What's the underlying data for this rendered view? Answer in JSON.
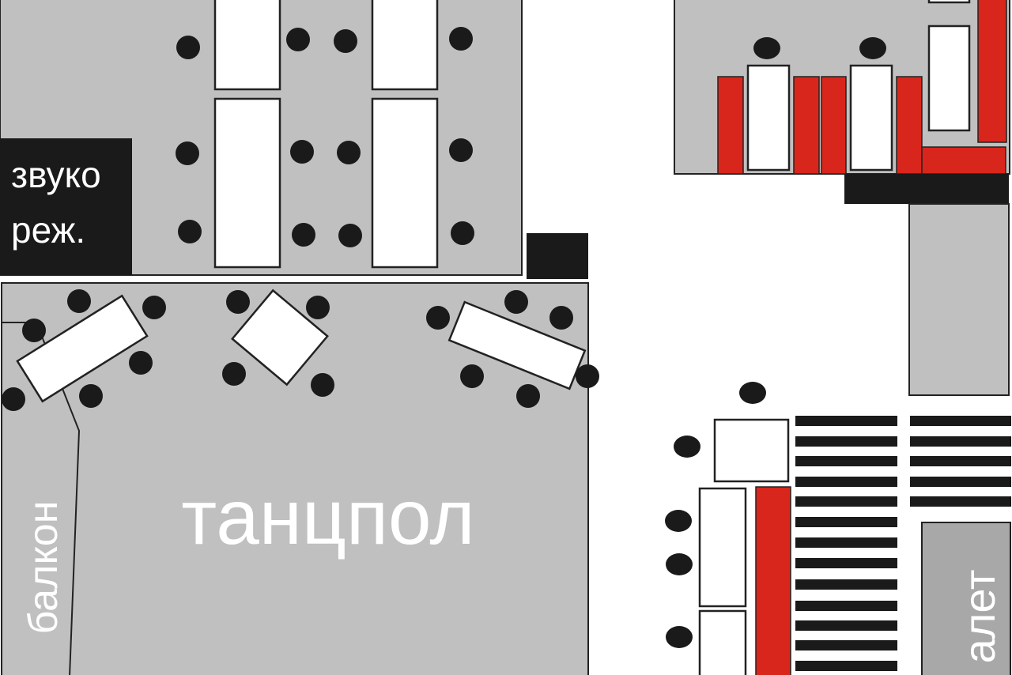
{
  "labels": {
    "sound_booth_line1": "звуко",
    "sound_booth_line2": "реж.",
    "dance_floor": "танцпол",
    "balcony": "балкон",
    "toilet": "алет"
  },
  "colors": {
    "floor": "#c0c0c0",
    "table": "#ffffff",
    "sofa": "#d9261c",
    "chair": "#1a1a1a",
    "toilet": "#a8a8a8"
  }
}
